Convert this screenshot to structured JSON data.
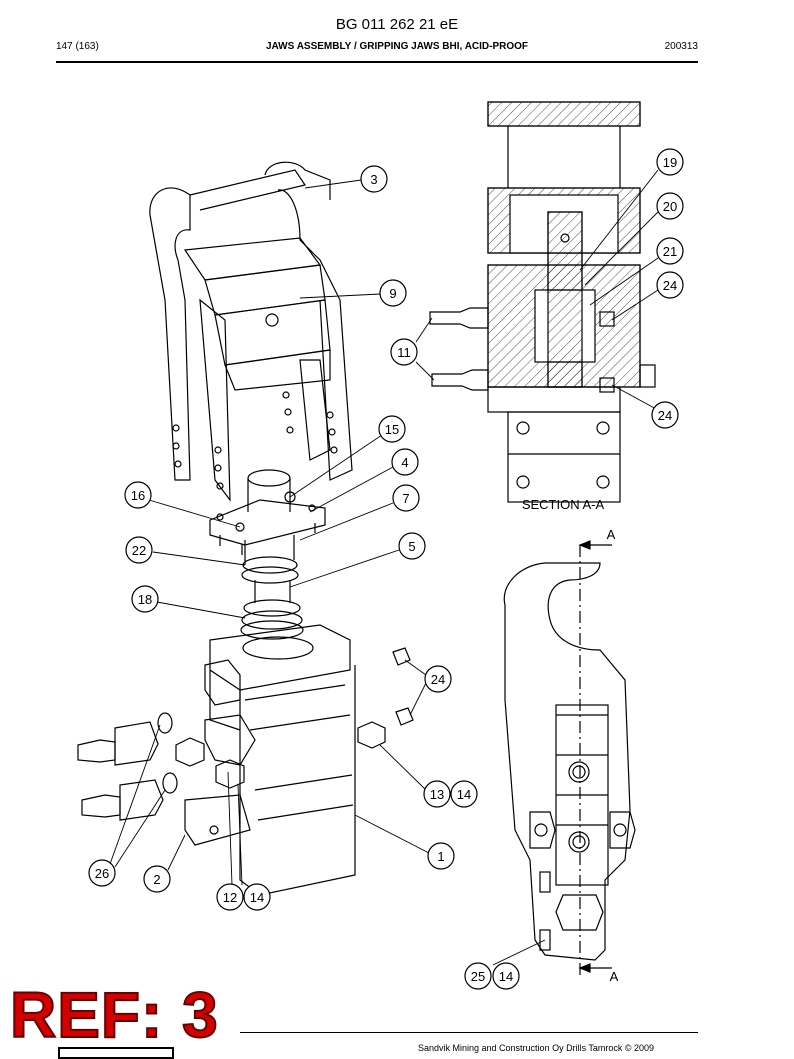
{
  "header": {
    "doc_code": "BG 011 262 21 eE",
    "page_number": "147 (163)",
    "title": "JAWS ASSEMBLY / GRIPPING JAWS BHI, ACID-PROOF",
    "date": "200313"
  },
  "drawing": {
    "callouts": [
      "3",
      "9",
      "15",
      "4",
      "16",
      "7",
      "22",
      "5",
      "18",
      "24",
      "13",
      "14",
      "1",
      "26",
      "2",
      "12",
      "14",
      "19",
      "20",
      "21",
      "24",
      "11",
      "24",
      "25",
      "14"
    ],
    "section_label": "SECTION A-A",
    "cut_marker": "A"
  },
  "overlay": {
    "ref_stamp": "REF: 3"
  },
  "footer": {
    "text": "Sandvik Mining and Construction Oy Drills Tamrock © 2009"
  }
}
